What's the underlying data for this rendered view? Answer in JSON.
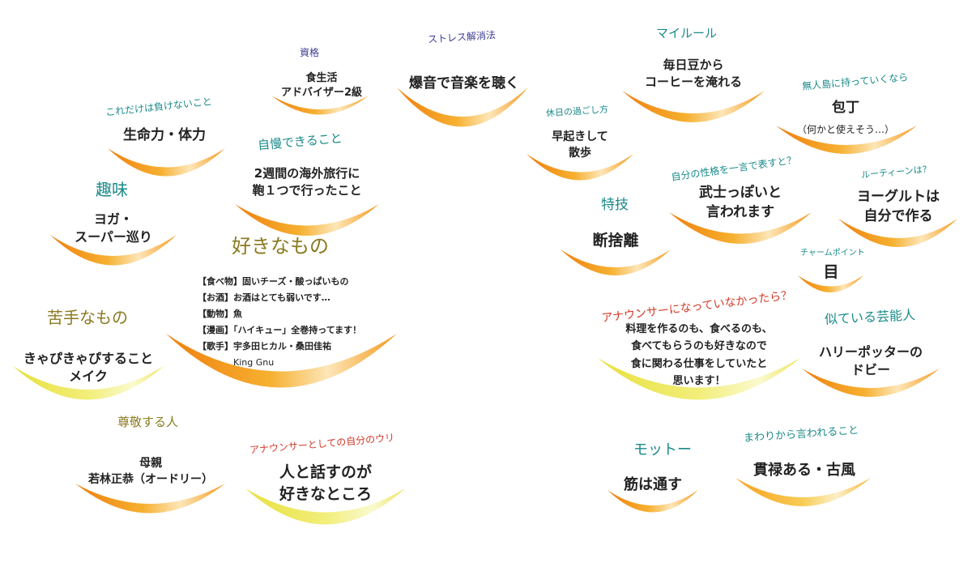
{
  "colors": {
    "orange": "#f08a16",
    "gold": "#f6c03c",
    "yellow": "#ecea55",
    "label_teal": "#1b8a8a",
    "label_navy": "#3c3c94",
    "label_red": "#d23a2a",
    "label_olive": "#8a7a20"
  },
  "items": {
    "shikaku": {
      "label": "資格",
      "lines": [
        "食生活",
        "アドバイザー2級"
      ]
    },
    "stress": {
      "label": "ストレス解消法",
      "lines": [
        "爆音で音楽を聴く"
      ]
    },
    "myrule": {
      "label": "マイルール",
      "lines": [
        "毎日豆から",
        "コーヒーを淹れる"
      ]
    },
    "muninto": {
      "label": "無人島に持っていくなら",
      "lines": [
        "包丁"
      ],
      "note": "（何かと使えそう…）"
    },
    "makenai": {
      "label": "これだけは負けないこと",
      "lines": [
        "生命力・体力"
      ]
    },
    "jiman": {
      "label": "自慢できること",
      "lines": [
        "2週間の海外旅行に",
        "鞄１つで行ったこと"
      ]
    },
    "kyujitsu": {
      "label": "休日の過ごし方",
      "lines": [
        "早起きして",
        "散歩"
      ]
    },
    "seikaku": {
      "label": "自分の性格を一言で表すと？",
      "lines": [
        "武士っぽいと",
        "言われます"
      ]
    },
    "routine": {
      "label": "ルーティーンは？",
      "lines": [
        "ヨーグルトは",
        "自分で作る"
      ]
    },
    "shumi": {
      "label": "趣味",
      "lines": [
        "ヨガ・",
        "スーパー巡り"
      ]
    },
    "tokugi": {
      "label": "特技",
      "lines": [
        "断捨離"
      ]
    },
    "charm": {
      "label": "チャームポイント",
      "lines": [
        "目"
      ]
    },
    "suki": {
      "label": "好きなもの",
      "list": [
        "【食べ物】固いチーズ・酸っぱいもの",
        "【お酒】お酒はとても弱いです…",
        "【動物】魚",
        "【漫画】「ハイキュー」全巻持ってます！",
        "【歌手】宇多田ヒカル・桑田佳祐",
        "King Gnu"
      ]
    },
    "nigate": {
      "label": "苦手なもの",
      "lines": [
        "きゃぴきゃぴすること",
        "メイク"
      ]
    },
    "announcer": {
      "label": "アナウンサーになっていなかったら？",
      "lines": [
        "料理を作るのも、食べるのも、",
        "食べてもらうのも好きなので",
        "食に関わる仕事をしていたと",
        "思います！"
      ]
    },
    "niteiru": {
      "label": "似ている芸能人",
      "lines": [
        "ハリーポッターの",
        "ドビー"
      ]
    },
    "sonkei": {
      "label": "尊敬する人",
      "lines": [
        "母親",
        "若林正恭（オードリー）"
      ]
    },
    "uri": {
      "label": "アナウンサーとしての自分のウリ",
      "lines": [
        "人と話すのが",
        "好きなところ"
      ]
    },
    "motto": {
      "label": "モットー",
      "lines": [
        "筋は通す"
      ]
    },
    "mawari": {
      "label": "まわりから言われること",
      "lines": [
        "貫禄ある・古風"
      ]
    }
  }
}
